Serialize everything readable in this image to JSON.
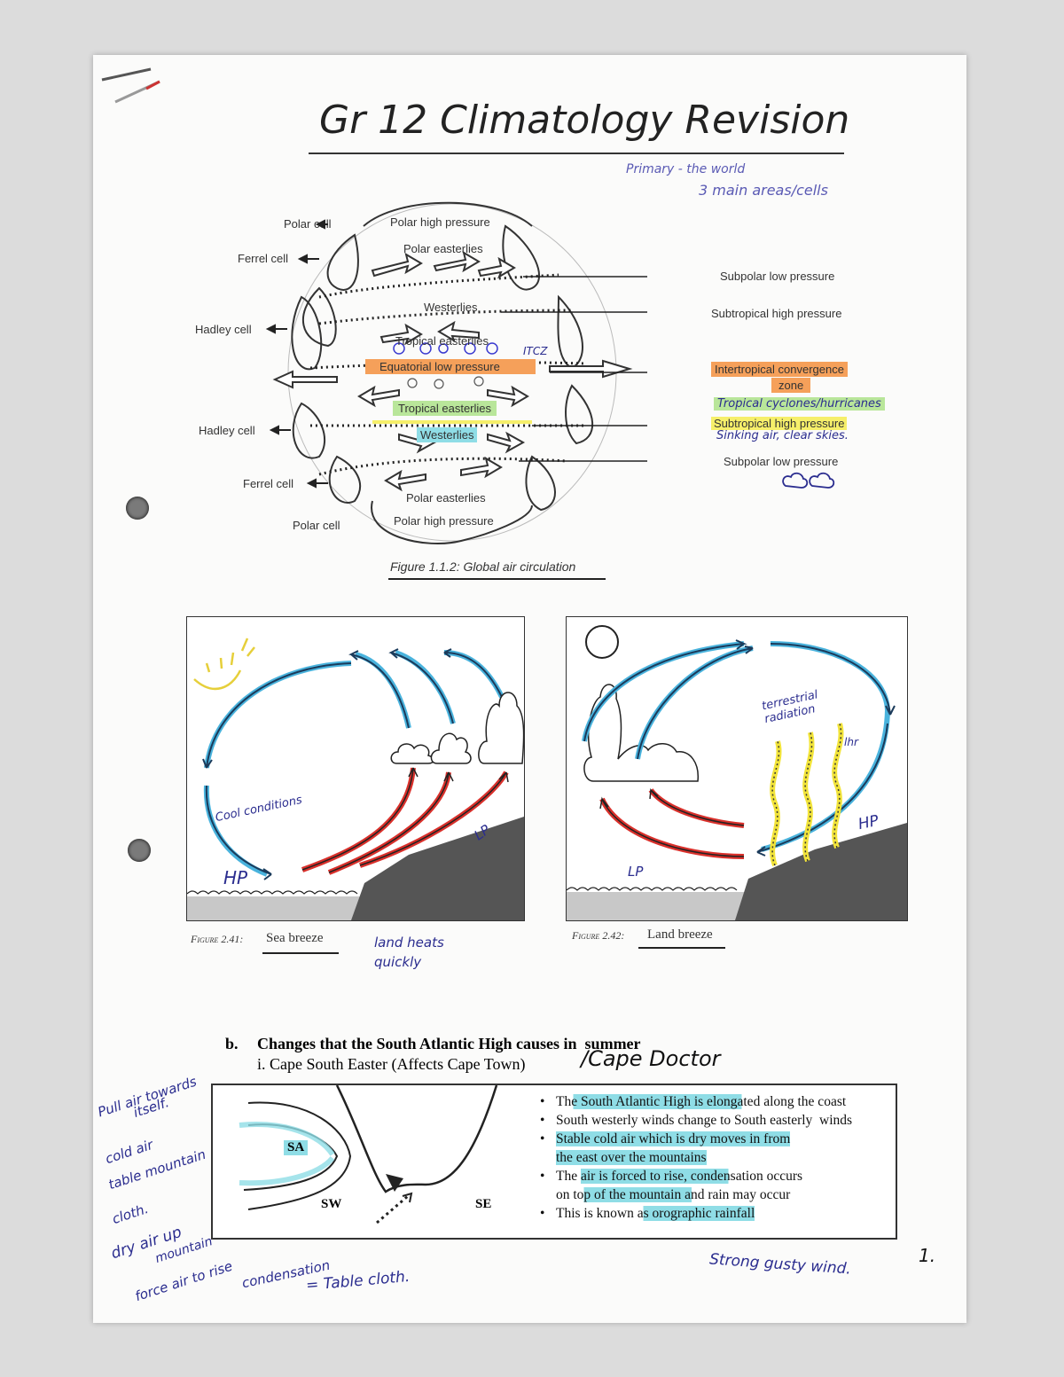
{
  "title": "Gr 12 Climatology Revision",
  "margin_note_primary": "Primary - the world",
  "margin_note_cells": "3 main areas/cells",
  "figure1": {
    "caption": "Figure 1.1.2: Global air circulation",
    "left_labels": [
      "Polar cell",
      "Ferrel cell",
      "Hadley cell",
      "Hadley cell",
      "Ferrel cell",
      "Polar cell"
    ],
    "inner_labels": {
      "polar_high_top": "Polar high pressure",
      "polar_easterlies_top": "Polar easterlies",
      "westerlies_top": "Westerlies",
      "tropical_easterlies_top": "Tropical easterlies",
      "equatorial_low": "Equatorial low pressure",
      "itcz_short": "ITCZ",
      "tropical_easterlies_bottom": "Tropical easterlies",
      "westerlies_bottom": "Westerlies",
      "polar_easterlies_bottom": "Polar easterlies",
      "polar_high_bottom": "Polar high pressure"
    },
    "right_labels": {
      "subpolar_low_top": "Subpolar low pressure",
      "subtropical_high_top": "Subtropical high pressure",
      "itcz_line1": "Intertropical convergence",
      "itcz_line2": "zone",
      "tropical_cyclones_note": "Tropical cyclones/hurricanes",
      "subtropical_high_bottom": "Subtropical high pressure",
      "sinking_note": "Sinking air, clear skies.",
      "subpolar_low_bottom": "Subpolar low pressure"
    }
  },
  "figure_sea_breeze": {
    "caption_prefix": "Figure 2.41:",
    "caption_text": "Sea breeze",
    "note_cool": "Cool conditions",
    "hp": "HP",
    "lp": "LP",
    "note_land_heats": "land heats quickly"
  },
  "figure_land_breeze": {
    "caption_prefix": "Figure 2.42:",
    "caption_text": "Land breeze",
    "note_terrestrial": "terrestrial radiation",
    "note_lhr": "lhr",
    "hp": "HP",
    "lp": "LP"
  },
  "section_b": {
    "heading_letter": "b.",
    "heading": "Changes that the South Atlantic High causes in  summer",
    "sub": "i. Cape South Easter (Affects Cape Town)",
    "sub_note": "/Cape Doctor",
    "diagram": {
      "sa": "SA",
      "sw": "SW",
      "se": "SE"
    },
    "bullets": [
      "The South Atlantic High is elongated along the coast",
      "South westerly winds change to South easterly  winds",
      "Stable cold air which is dry moves in from",
      "the east over the mountains",
      "The air is forced to rise, condensation occurs",
      "on top of the mountain and rain may occur",
      "This is known as orographic rainfall"
    ],
    "margin_notes": [
      "Pull air towards",
      "itself.",
      "cold air",
      "table mountain",
      "cloth.",
      "dry air up",
      "mountain",
      "force air to rise",
      "condensation",
      "= Table cloth."
    ],
    "note_wind": "Strong gusty wind.",
    "page_number": "1."
  },
  "colors": {
    "highlight_orange": "#f5a05a",
    "highlight_green": "#b9e69a",
    "highlight_yellow": "#f6ef6a",
    "highlight_teal": "#8fdde6",
    "pen_blue": "#2b2d8f",
    "arrow_blue": "#49b3dd",
    "arrow_red": "#d9302b"
  }
}
